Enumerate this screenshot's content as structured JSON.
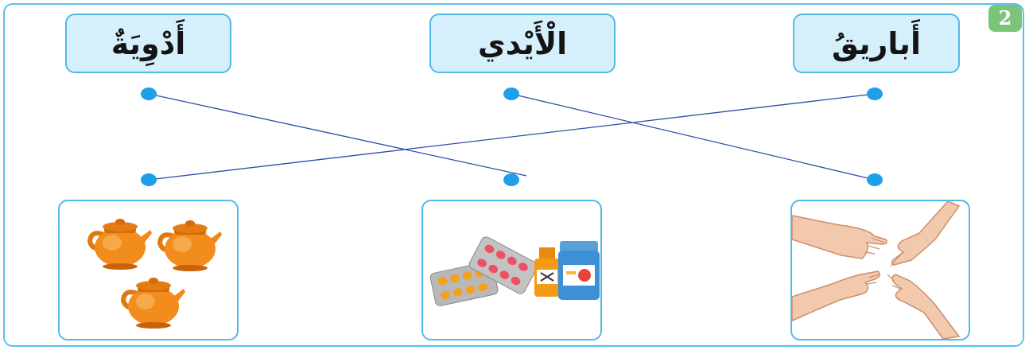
{
  "exercise_number": "2",
  "words": [
    {
      "text": "أَدْوِيَةٌ"
    },
    {
      "text": "الْأَيْدي"
    },
    {
      "text": "أَباريقُ"
    }
  ],
  "colors": {
    "frame": "#5bc0ee",
    "badge": "#7cc47a",
    "word_box_fill": "#d5f0fb",
    "dot": "#1e9fe8",
    "line": "#2a4fa8"
  },
  "pictures": [
    {
      "icon": "teapots-icon"
    },
    {
      "icon": "medicine-icon"
    },
    {
      "icon": "hands-icon"
    }
  ]
}
